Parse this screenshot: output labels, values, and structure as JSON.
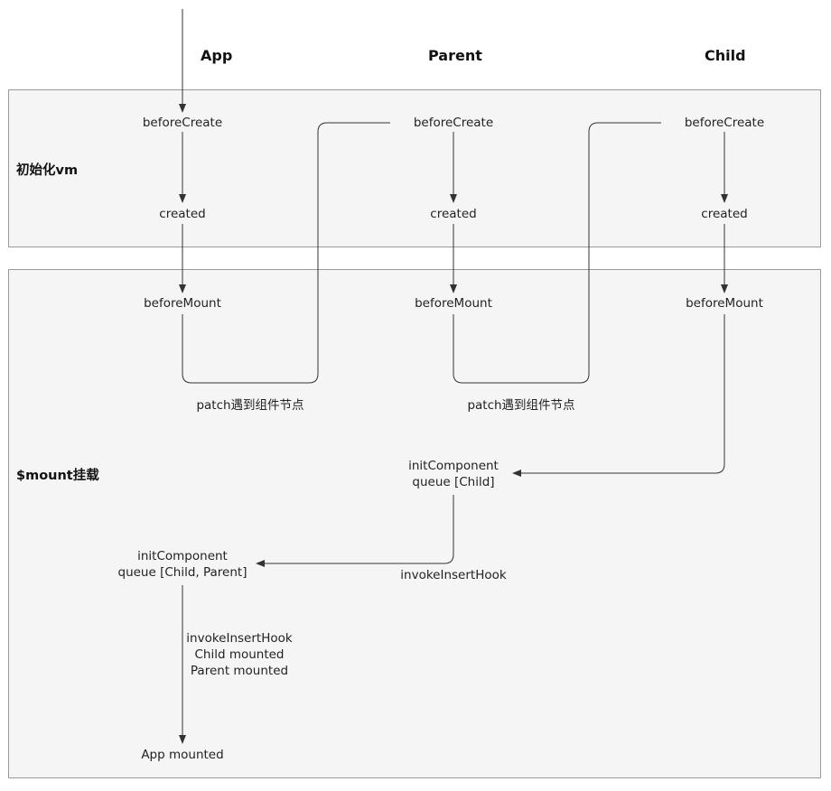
{
  "columns": {
    "app": "App",
    "parent": "Parent",
    "child": "Child"
  },
  "sections": {
    "init_title": "初始化vm",
    "mount_title": "$mount挂载"
  },
  "nodes": {
    "app_before_create": "beforeCreate",
    "app_created": "created",
    "app_before_mount": "beforeMount",
    "parent_before_create": "beforeCreate",
    "parent_created": "created",
    "parent_before_mount": "beforeMount",
    "child_before_create": "beforeCreate",
    "child_created": "created",
    "child_before_mount": "beforeMount",
    "parent_init_component": "initComponent",
    "parent_queue": "queue [Child]",
    "app_init_component": "initComponent",
    "app_queue": "queue [Child, Parent]",
    "app_mounted": "App mounted"
  },
  "edge_labels": {
    "app_patch": "patch遇到组件节点",
    "parent_patch": "patch遇到组件节点",
    "parent_invoke_hook": "invokeInsertHook",
    "app_invoke_hook": "invokeInsertHook",
    "app_child_mounted": "Child mounted",
    "app_parent_mounted": "Parent mounted"
  }
}
